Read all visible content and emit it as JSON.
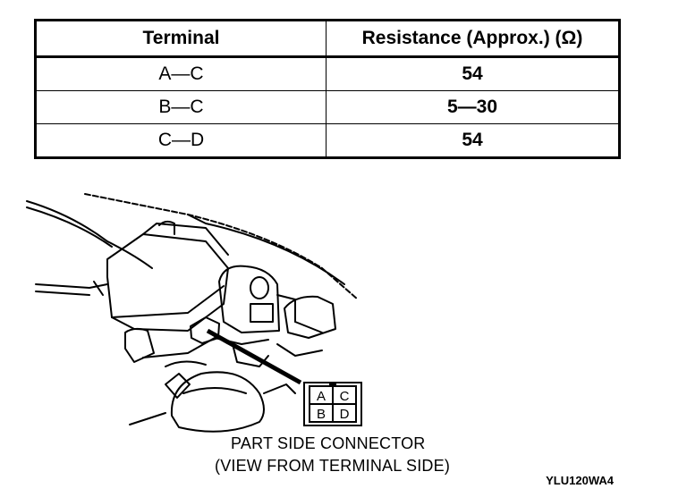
{
  "table": {
    "headers": [
      "Terminal",
      "Resistance (Approx.) (Ω)"
    ],
    "rows": [
      {
        "terminal": "A—C",
        "resistance": "54"
      },
      {
        "terminal": "B—C",
        "resistance": "5—30"
      },
      {
        "terminal": "C—D",
        "resistance": "54"
      }
    ]
  },
  "connector": {
    "terminals": [
      "A",
      "C",
      "B",
      "D"
    ]
  },
  "caption": {
    "line1": "PART SIDE CONNECTOR",
    "line2": "(VIEW FROM TERMINAL SIDE)"
  },
  "reference_code": "YLU120WA4"
}
